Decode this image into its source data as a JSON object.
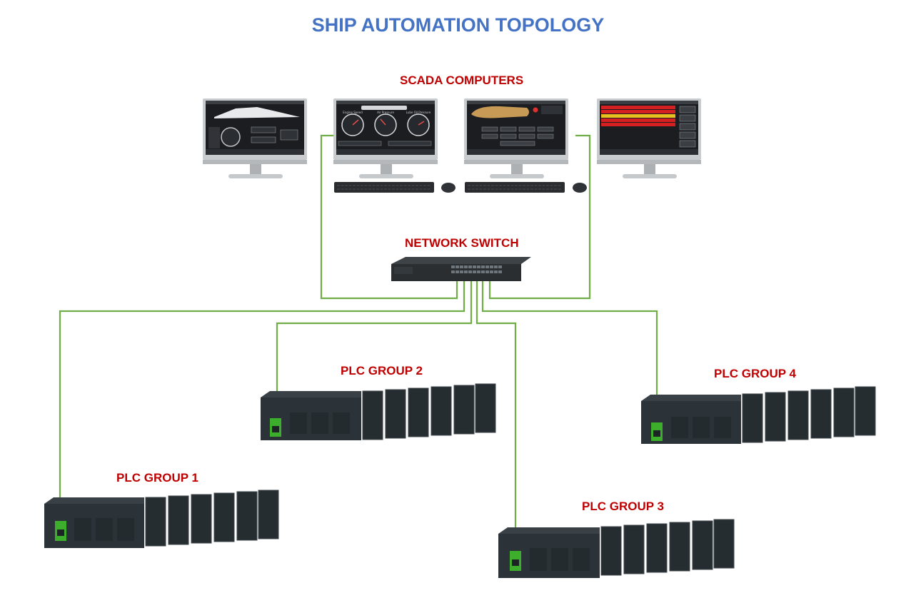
{
  "title": "SHIP AUTOMATION TOPOLOGY",
  "labels": {
    "scada": "SCADA COMPUTERS",
    "switch": "NETWORK SWITCH",
    "plc1": "PLC GROUP 1",
    "plc2": "PLC GROUP 2",
    "plc3": "PLC GROUP 3",
    "plc4": "PLC GROUP 4"
  },
  "colors": {
    "title": "#4472C4",
    "label": "#C00000",
    "cable": "#70AD47",
    "plc_body": "#2B3338",
    "plc_port": "#3DAE2B"
  },
  "screens": {
    "gauge_captions": [
      "Engine Speed",
      "Air Pressure",
      "Lube Oil Pressure"
    ]
  }
}
